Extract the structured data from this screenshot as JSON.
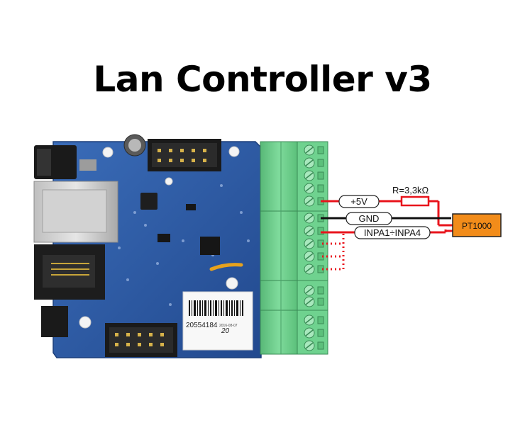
{
  "title": "Lan Controller v3",
  "board": {
    "label_barcode_number": "20554184",
    "label_barcode_date": "2016-08-07",
    "label_handwritten": "20"
  },
  "wiring": {
    "plus5v_label": "+5V",
    "gnd_label": "GND",
    "inpa_label": "INPA1÷INPA4",
    "resistor_label": "R=3,3kΩ",
    "sensor_label": "PT1000"
  },
  "colors": {
    "pcb": "#2f5da8",
    "terminal": "#6ccf8b",
    "wire_red": "#e8141c",
    "wire_black": "#111111",
    "sensor": "#f28c1a"
  }
}
